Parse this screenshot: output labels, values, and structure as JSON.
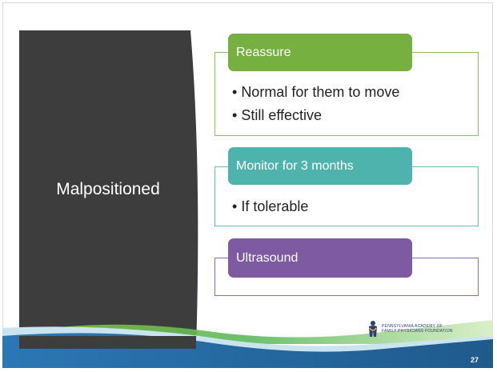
{
  "slide": {
    "left_title": "Malpositioned",
    "page_number": "27"
  },
  "sections": [
    {
      "title": "Reassure",
      "bullets": [
        "Normal for them to move",
        "Still effective"
      ]
    },
    {
      "title": "Monitor for 3 months",
      "bullets": [
        "If tolerable"
      ]
    },
    {
      "title": "Ultrasound",
      "bullets": []
    }
  ],
  "logo": {
    "line1": "PENNSYLVANIA ACADEMY OF",
    "line2": "FAMILY PHYSICIANS FOUNDATION",
    "icon": "physician-figure-icon"
  },
  "colors": {
    "panel": "#3d3d3d",
    "reassure": "#76b041",
    "monitor": "#4fb3ad",
    "ultrasound": "#7e5aa2",
    "footer": "#1f5a8c"
  }
}
